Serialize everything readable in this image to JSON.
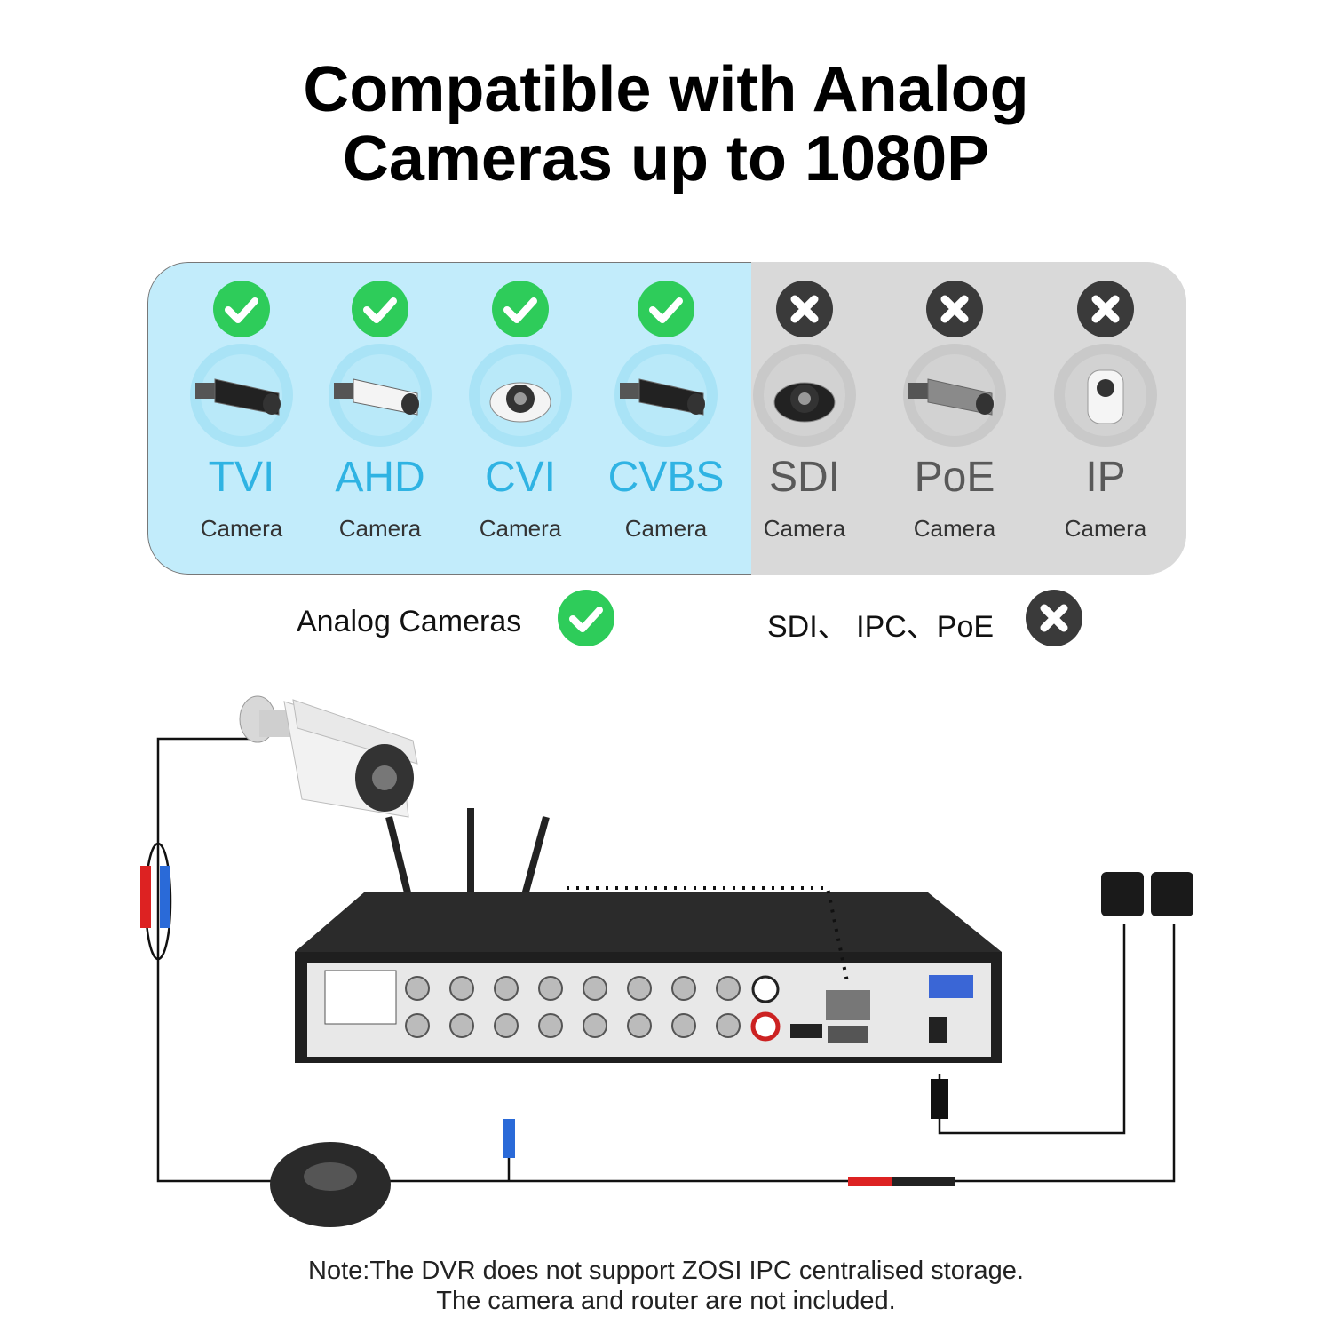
{
  "header": {
    "title_line1": "Compatible with Analog",
    "title_line2": "Cameras up to 1080P"
  },
  "compatibility": {
    "supported_color": "#2ecc5a",
    "unsupported_color": "#3a3a3a",
    "cameras": [
      {
        "type": "TVI",
        "label": "Camera",
        "supported": true,
        "icon": "bullet-camera-black-icon"
      },
      {
        "type": "AHD",
        "label": "Camera",
        "supported": true,
        "icon": "bullet-camera-white-icon"
      },
      {
        "type": "CVI",
        "label": "Camera",
        "supported": true,
        "icon": "dome-camera-white-icon"
      },
      {
        "type": "CVBS",
        "label": "Camera",
        "supported": true,
        "icon": "bullet-camera-black-icon"
      },
      {
        "type": "SDI",
        "label": "Camera",
        "supported": false,
        "icon": "dome-camera-black-icon"
      },
      {
        "type": "PoE",
        "label": "Camera",
        "supported": false,
        "icon": "bullet-camera-gray-icon"
      },
      {
        "type": "IP",
        "label": "Camera",
        "supported": false,
        "icon": "indoor-ptz-camera-icon"
      }
    ]
  },
  "legend": {
    "supported_text": "Analog Cameras",
    "unsupported_text": "SDI、 IPC、PoE"
  },
  "note": {
    "line1": "Note:The DVR does not support ZOSI IPC centralised storage.",
    "line2": "The camera and router are not included."
  }
}
